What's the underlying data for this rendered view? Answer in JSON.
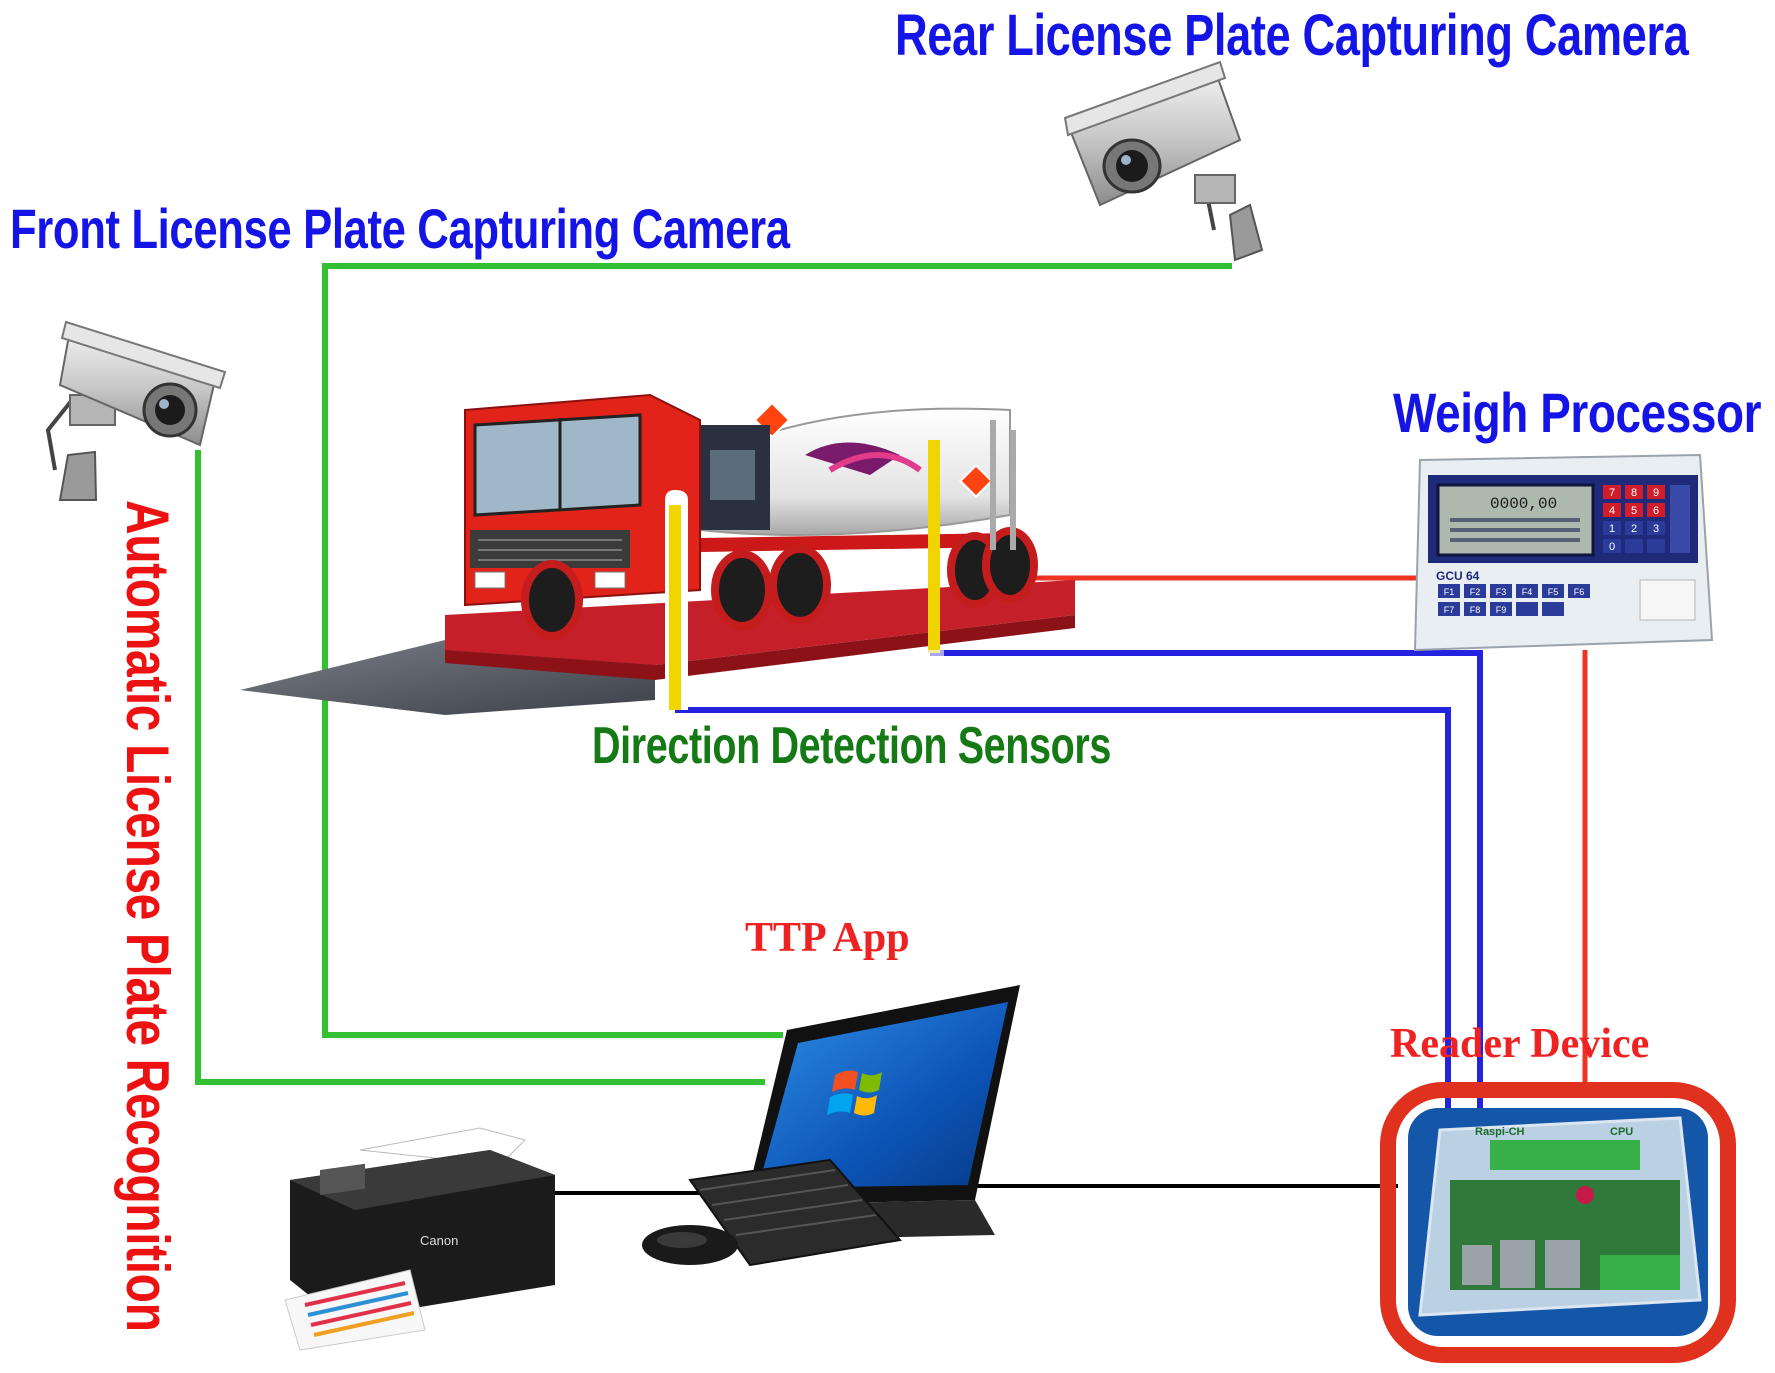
{
  "labels": {
    "rear_camera": "Rear License Plate Capturing Camera",
    "front_camera": "Front License Plate Capturing Camera",
    "weigh_processor": "Weigh Processor",
    "direction_sensors": "Direction Detection Sensors",
    "ttp_app": "TTP App",
    "reader_device": "Reader Device",
    "alpr": "Automatic License Plate Recognition"
  },
  "devices": {
    "weigh_processor_display": "0000,00",
    "weigh_processor_model": "GCU 64",
    "weigh_keys": [
      "7",
      "8",
      "9",
      "4",
      "5",
      "6",
      "1",
      "2",
      "3",
      "0"
    ],
    "fn_keys": [
      "F1",
      "F2",
      "F3",
      "F4",
      "F5",
      "F6",
      "F7",
      "F8",
      "F9"
    ],
    "reader_board_label": "Raspi-CH",
    "reader_cpu_label": "CPU",
    "printer_brand": "Canon"
  },
  "colors": {
    "camera_link": "#33c133",
    "sensor_link": "#2424e0",
    "processor_link": "#ee3322",
    "device_link": "#000000",
    "sensor_post": "#f1d500",
    "title_blue": "#1414e6",
    "title_green": "#157a15",
    "title_red": "#ee1111",
    "reader_frame": "#e0301e"
  }
}
